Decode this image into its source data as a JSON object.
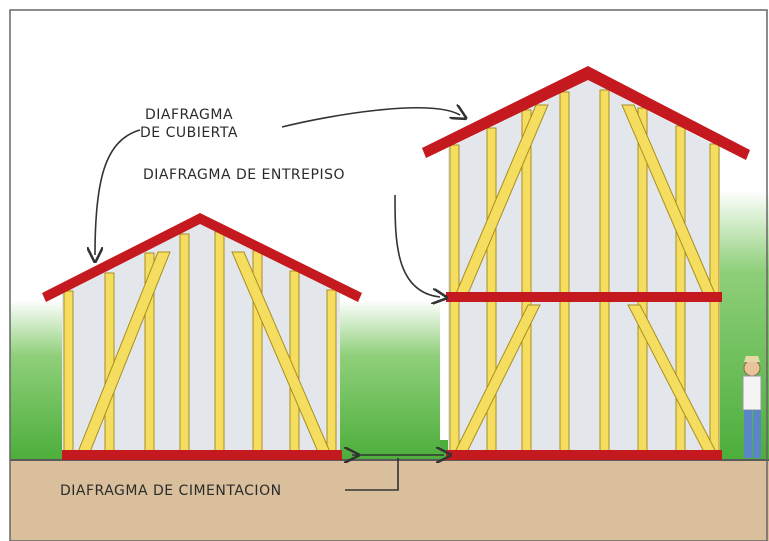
{
  "labels": {
    "roof_line1": "DIAFRAGMA",
    "roof_line2": "DE CUBIERTA",
    "floor": "DIAFRAGMA DE ENTREPISO",
    "foundation": "DIAFRAGMA DE CIMENTACION"
  },
  "colors": {
    "sky": "#ffffff",
    "grass": "#4cae3b",
    "ground": "#d9bf9c",
    "ground_line": "#5a5a5a",
    "diaphragm_red": "#c41a1f",
    "stud_yellow": "#f4dd5f",
    "stud_outline": "#a88f1f",
    "wall_panel": "#e3e7ec",
    "frame_border": "#666666",
    "arrow": "#333333"
  },
  "icons": {
    "person": "person-icon"
  }
}
